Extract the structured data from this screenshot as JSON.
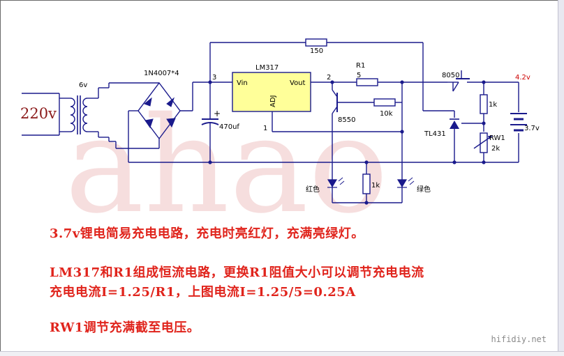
{
  "diagram": {
    "input_voltage": "220v",
    "transformer_secondary": "6v",
    "bridge_label": "1N4007*4",
    "regulator": {
      "name": "LM317",
      "vin": "Vin",
      "vout": "Vout",
      "adj": "ADJ",
      "pin3": "3",
      "pin2": "2",
      "pin1": "1"
    },
    "capacitor": "470uf",
    "r_top": "150",
    "r1": {
      "name": "R1",
      "value": "5"
    },
    "r_base": "10k",
    "transistor_pnp": "8550",
    "transistor_npn": "8050",
    "output_voltage": "4.2v",
    "r_1k_top": "1k",
    "shunt": "TL431",
    "trimmer": {
      "name": "RW1",
      "value": "2k"
    },
    "battery": "3.7v",
    "led_red": "红色",
    "led_green": "绿色",
    "r_led": "1k",
    "watermark": "ahao"
  },
  "notes": {
    "line1": "3.7v锂电简易充电电路，充电时亮红灯，充满亮绿灯。",
    "line2": "LM317和R1组成恒流电路，更换R1阻值大小可以调节充电电流",
    "line3": "充电电流I=1.25/R1，上图电流I=1.25/5=0.25A",
    "line4": "RW1调节充满截至电压。"
  },
  "source": "hifidiy.net",
  "colors": {
    "wire": "#1a1a8c",
    "component": "#0a0a6a",
    "ic_fill": "#ffff99",
    "note_text": "#e0241c",
    "watermark": "#f5dcdc",
    "label": "#000000",
    "voltage_label": "#cc0000"
  }
}
